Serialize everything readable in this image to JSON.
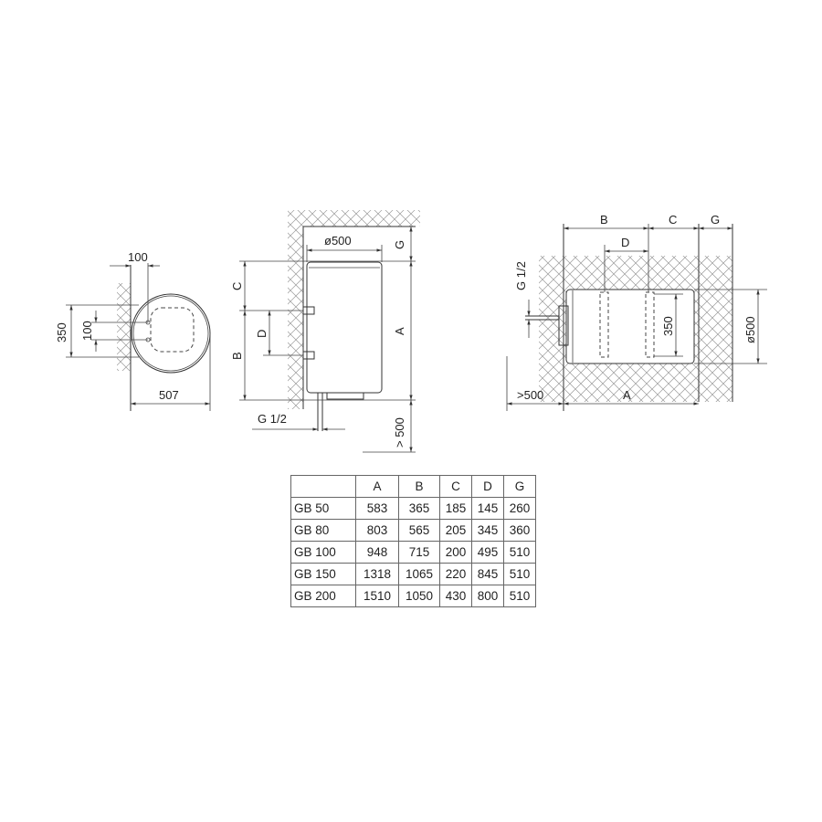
{
  "top_view": {
    "dim_width": "507",
    "dim_offset_top": "100",
    "dim_spacing_outer": "350",
    "dim_spacing_inner": "100"
  },
  "vertical_view": {
    "diameter": "ø500",
    "dim_g": "G",
    "dim_a": "A",
    "dim_c": "C",
    "dim_b": "B",
    "dim_d": "D",
    "pipe": "G 1/2",
    "clearance": "> 500"
  },
  "horizontal_view": {
    "dim_b": "B",
    "dim_c": "C",
    "dim_g": "G",
    "dim_d": "D",
    "pipe": "G 1/2",
    "dim_350": "350",
    "diameter": "ø500",
    "clearance": ">500",
    "dim_a": "A"
  },
  "table": {
    "headers": [
      "",
      "A",
      "B",
      "C",
      "D",
      "G"
    ],
    "rows": [
      [
        "GB 50",
        "583",
        "365",
        "185",
        "145",
        "260"
      ],
      [
        "GB 80",
        "803",
        "565",
        "205",
        "345",
        "360"
      ],
      [
        "GB 100",
        "948",
        "715",
        "200",
        "495",
        "510"
      ],
      [
        "GB 150",
        "1318",
        "1065",
        "220",
        "845",
        "510"
      ],
      [
        "GB 200",
        "1510",
        "1050",
        "430",
        "800",
        "510"
      ]
    ]
  }
}
